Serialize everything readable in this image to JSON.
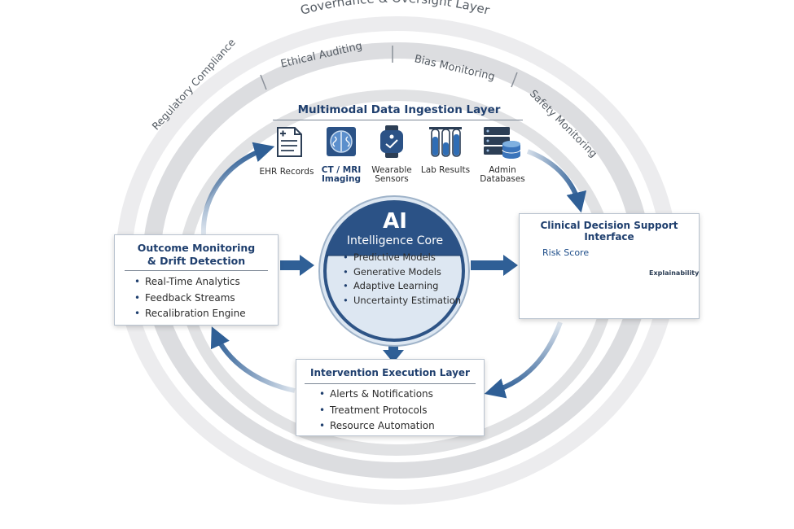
{
  "governance": {
    "title": "Governance & Oversight Layer",
    "items": [
      "Regulatory Compliance",
      "Ethical Auditing",
      "Bias Monitoring",
      "Safety Monitoring"
    ]
  },
  "ingestion": {
    "title": "Multimodal Data Ingestion Layer",
    "sources": [
      {
        "line1": "EHR Records",
        "line2": "",
        "icon": "document-icon"
      },
      {
        "line1": "CT / MRI",
        "line2": "Imaging",
        "icon": "brain-scan-icon"
      },
      {
        "line1": "Wearable",
        "line2": "Sensors",
        "icon": "wearable-device-icon"
      },
      {
        "line1": "Lab Results",
        "line2": "",
        "icon": "test-tubes-icon"
      },
      {
        "line1": "Admin",
        "line2": "Databases",
        "icon": "database-server-icon"
      }
    ]
  },
  "core": {
    "title": "AI",
    "subtitle": "Intelligence Core",
    "items": [
      "Predictive Models",
      "Generative Models",
      "Adaptive Learning",
      "Uncertainty Estimation"
    ]
  },
  "cds": {
    "title": "Clinical Decision Support Interface",
    "risk_label": "Risk Score",
    "panel_label": "Explainability"
  },
  "outcome": {
    "title_line1": "Outcome Monitoring",
    "title_line2": "& Drift Detection",
    "items": [
      "Real-Time Analytics",
      "Feedback Streams",
      "Recalibration Engine"
    ]
  },
  "intervention": {
    "title": "Intervention Execution Layer",
    "items": [
      "Alerts & Notifications",
      "Treatment Protocols",
      "Resource Automation"
    ]
  },
  "colors": {
    "navy": "#1f3f6e",
    "arrow_blue": "#2f5f96",
    "ring_gray": "#e4e5e7",
    "core_light": "#dde7f2"
  }
}
